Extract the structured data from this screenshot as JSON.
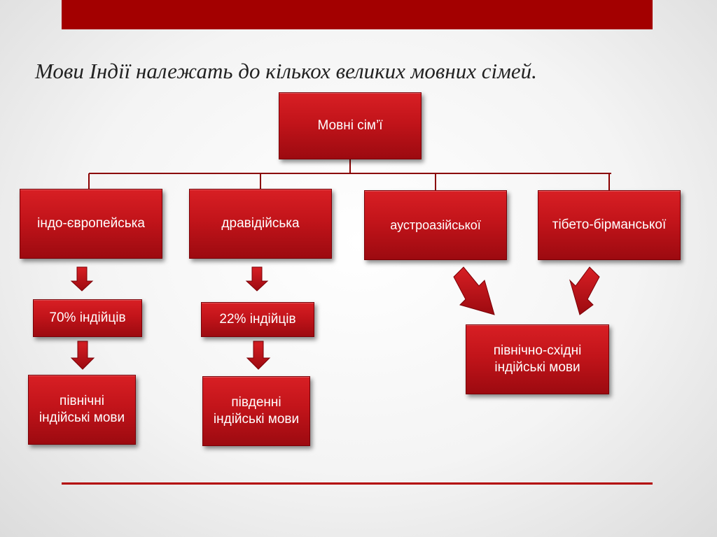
{
  "slide": {
    "title": "Мови Індії належать до кількох великих мовних сімей."
  },
  "diagram": {
    "root": "Мовні сім’ї",
    "families": [
      "індо-європейська",
      "дравідійська",
      "аустроазійської",
      "тібето-бірманської"
    ],
    "shares": [
      "70% індійців",
      "22% індійців"
    ],
    "regions": [
      "північні індійські мови",
      "південні індійські мови",
      "північно-східні індійські мови"
    ]
  },
  "colors": {
    "accent": "#a30000",
    "box_fill": "#c2141a",
    "connector": "#8b0000"
  }
}
